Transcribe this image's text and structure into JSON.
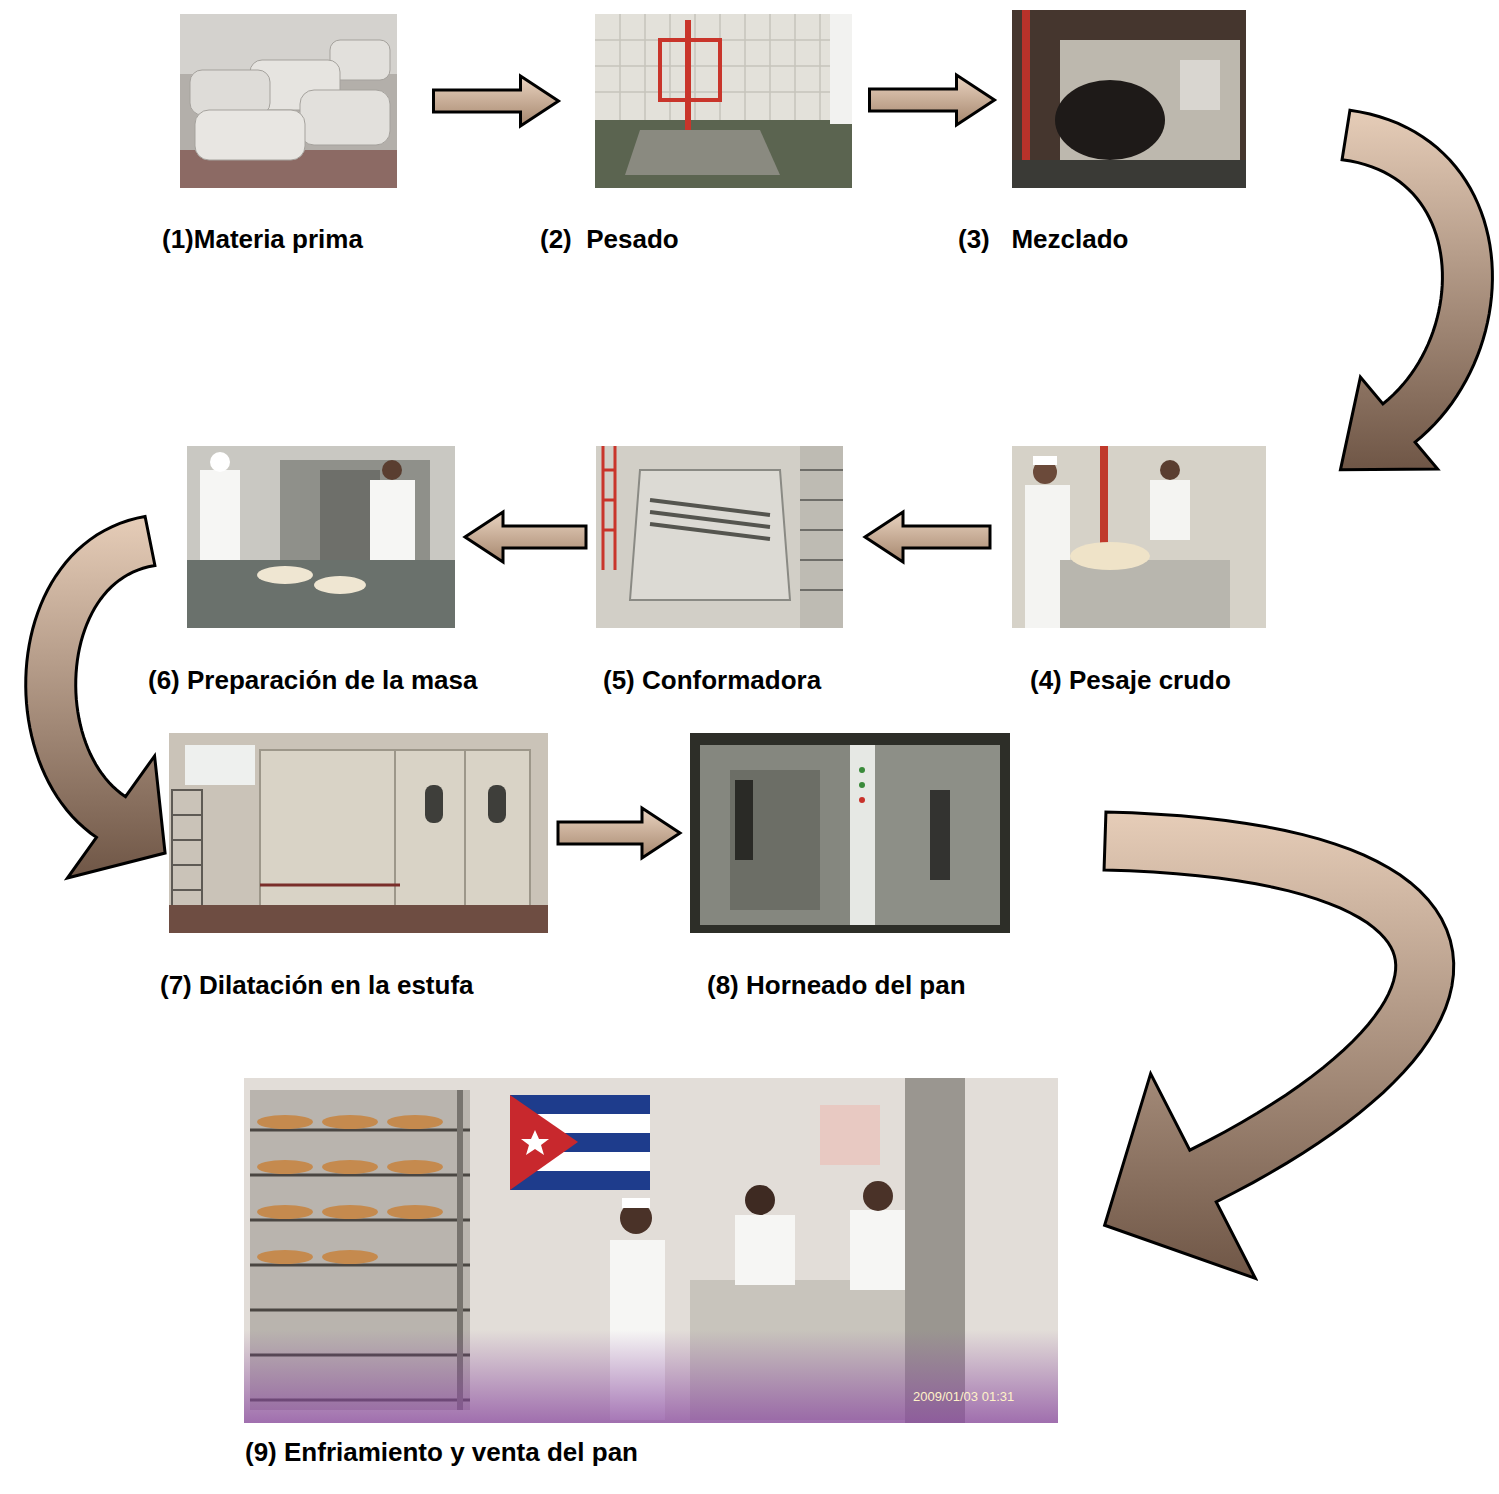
{
  "diagram": {
    "nodes": [
      {
        "text": [
          "(1)Materia prima"
        ]
      },
      {
        "text": [
          "(2)  Pesado"
        ]
      },
      {
        "text": [
          "(3)   Mezclado"
        ]
      },
      {
        "text": [
          "(4) Pesaje crudo"
        ]
      },
      {
        "text": [
          "(5) Conformadora"
        ]
      },
      {
        "text": [
          "(6) Preparación de la masa"
        ]
      },
      {
        "text": [
          "(7) Dilatación en la estufa"
        ]
      },
      {
        "text": [
          "(8) Horneado del pan"
        ]
      },
      {
        "text": [
          "(9) Enfriamiento y venta del pan"
        ]
      }
    ],
    "edges": [
      {
        "from": 0,
        "to": 1,
        "arrow": "to"
      },
      {
        "from": 1,
        "to": 2,
        "arrow": "to"
      },
      {
        "from": 2,
        "to": 3,
        "arrow": "to"
      },
      {
        "from": 3,
        "to": 4,
        "arrow": "to"
      },
      {
        "from": 4,
        "to": 5,
        "arrow": "to"
      },
      {
        "from": 5,
        "to": 6,
        "arrow": "to"
      },
      {
        "from": 6,
        "to": 7,
        "arrow": "to"
      },
      {
        "from": 7,
        "to": 8,
        "arrow": "to"
      }
    ],
    "labels": [
      "2009/01/03 01:31"
    ]
  }
}
